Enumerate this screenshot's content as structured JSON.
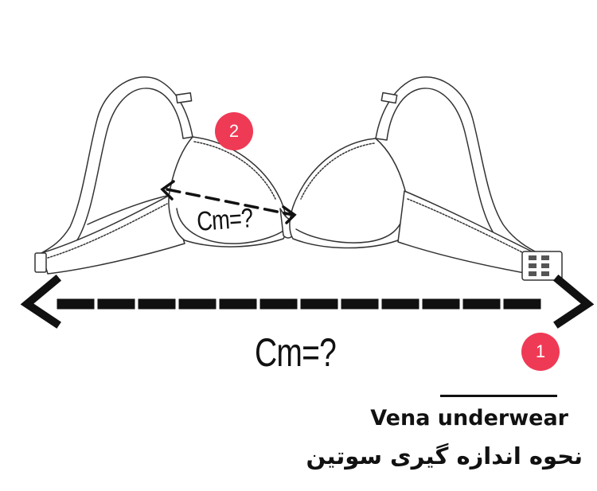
{
  "diagram": {
    "band_measure_label": "Cm=?",
    "cup_measure_label": "Cm=?",
    "step_one": "1",
    "step_two": "2"
  },
  "footer": {
    "brand": "Vena underwear",
    "caption": "نحوه اندازه گیری سوتین"
  },
  "colors": {
    "marker": "#ef3a55",
    "ink": "#111111",
    "background": "#ffffff"
  }
}
